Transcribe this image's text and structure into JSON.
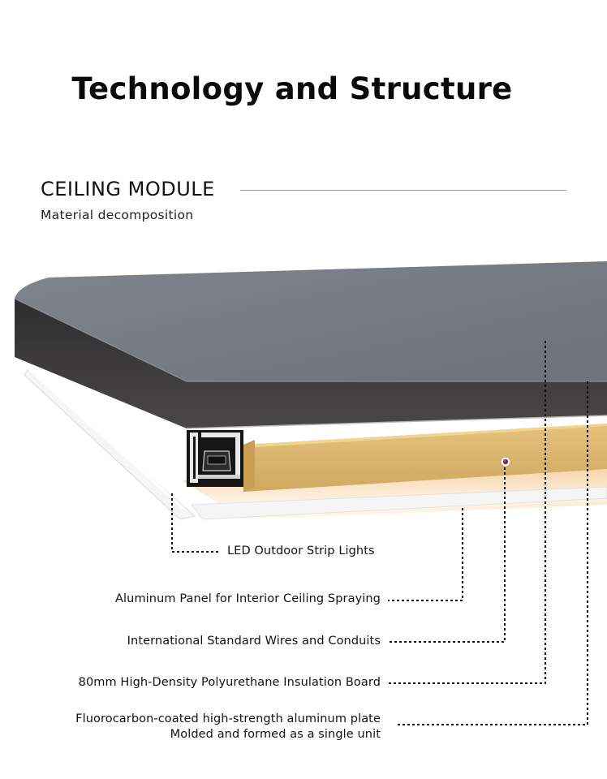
{
  "header": {
    "title": "Technology and Structure"
  },
  "section": {
    "title": "CEILING MODULE",
    "subtitle": "Material decomposition"
  },
  "callouts": {
    "led": "LED Outdoor Strip Lights",
    "aluminum_panel": "Aluminum Panel for Interior Ceiling Spraying",
    "wires": "International Standard Wires and Conduits",
    "insulation": "80mm High-Density Polyurethane Insulation Board",
    "plate_line1": "Fluorocarbon-coated high-strength aluminum plate",
    "plate_line2": "Molded and formed as a single unit"
  },
  "colors": {
    "panel_top": "#767a82",
    "panel_edge": "#3c3b3d",
    "insulation": "#dcb770",
    "led_glow": "#f0a040"
  }
}
